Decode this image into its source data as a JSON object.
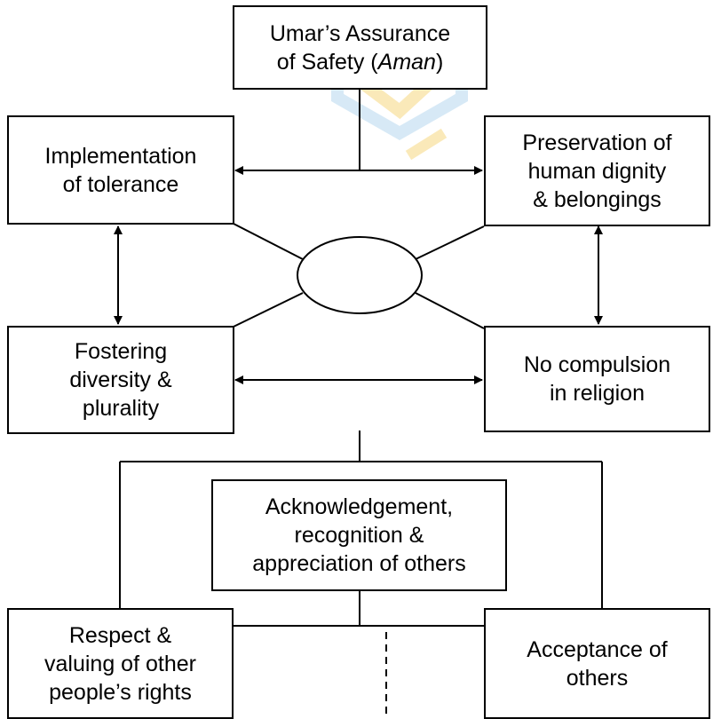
{
  "diagram": {
    "top": {
      "line1": "Umar’s Assurance",
      "line2_prefix": "of Safety (",
      "line2_italic": "Aman",
      "line2_suffix": ")"
    },
    "left_upper": "Implementation\nof tolerance",
    "right_upper": "Preservation of\nhuman dignity\n& belongings",
    "left_middle": "Fostering\ndiversity &\nplurality",
    "right_middle": "No compulsion\nin religion",
    "center_box": "Acknowledgement,\nrecognition &\nappreciation of others",
    "bottom_left": "Respect &\nvaluing of other\npeople’s rights",
    "bottom_right": "Acceptance of\nothers"
  },
  "colors": {
    "stroke": "#000000",
    "watermark_blue": "#8fc3e6",
    "watermark_yellow": "#f3c23a"
  }
}
